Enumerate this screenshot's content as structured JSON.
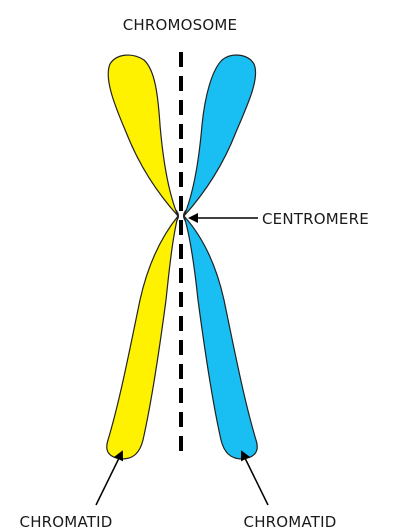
{
  "diagram": {
    "title": "CHROMOSOME",
    "centromere_label": "CENTROMERE",
    "chromatid_left_label": "CHROMATID",
    "chromatid_right_label": "CHROMATID",
    "colors": {
      "left_chromatid": "#FFF200",
      "right_chromatid": "#19BFF3",
      "outline": "#222222",
      "axis_line": "#000000",
      "text": "#1a1a1a"
    }
  }
}
